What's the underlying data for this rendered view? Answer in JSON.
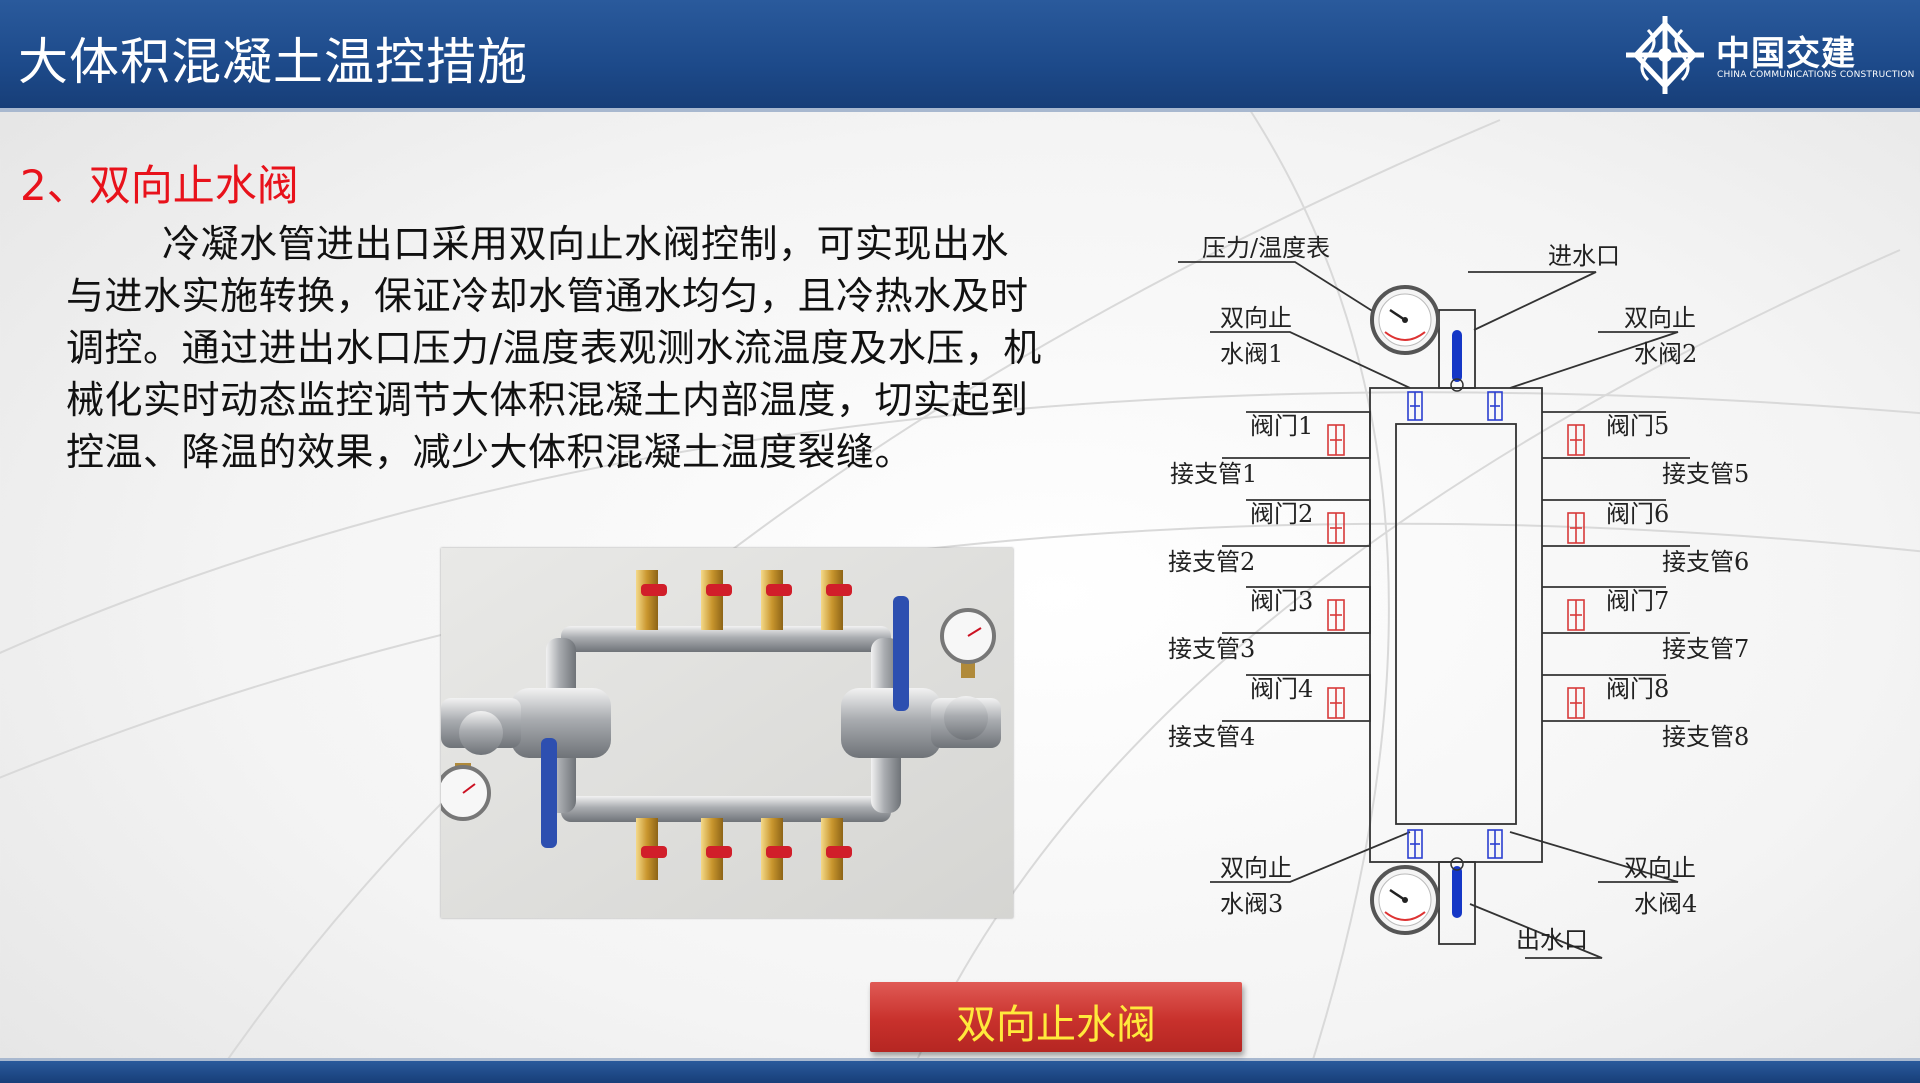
{
  "header": {
    "title": "大体积混凝土温控措施",
    "logo": {
      "icon": "china-communications-construction-logo-icon",
      "name_cn": "中国交建",
      "name_en": "CHINA COMMUNICATIONS CONSTRUCTION"
    }
  },
  "section": {
    "heading": "2、双向止水阀",
    "body": "冷凝水管进出口采用双向止水阀控制，可实现出水与进水实施转换，保证冷却水管通水均匀，且冷热水及时调控。通过进出水口压力/温度表观测水流温度及水压，机械化实时动态监控调节大体积混凝土内部温度，切实起到控温、降温的效果，减少大体积混凝土温度裂缝。"
  },
  "photo": {
    "icon": "two-way-valve-manifold-photo"
  },
  "caption": "双向止水阀",
  "diagram": {
    "labels": {
      "gauge": "压力/温度表",
      "inlet": "进水口",
      "outlet": "出水口",
      "valve1_a": "双向止",
      "valve1_b": "水阀1",
      "valve2_a": "双向止",
      "valve2_b": "水阀2",
      "valve3_a": "双向止",
      "valve3_b": "水阀3",
      "valve4_a": "双向止",
      "valve4_b": "水阀4"
    },
    "left_gates": [
      "阀门1",
      "阀门2",
      "阀门3",
      "阀门4"
    ],
    "left_branches": [
      "接支管1",
      "接支管2",
      "接支管3",
      "接支管4"
    ],
    "right_gates": [
      "阀门5",
      "阀门6",
      "阀门7",
      "阀门8"
    ],
    "right_branches": [
      "接支管5",
      "接支管6",
      "接支管7",
      "接支管8"
    ]
  },
  "colors": {
    "header_blue": "#1d4a8a",
    "heading_red": "#e8121b",
    "caption_yellow": "#ffe93c",
    "caption_red": "#c8312c"
  }
}
